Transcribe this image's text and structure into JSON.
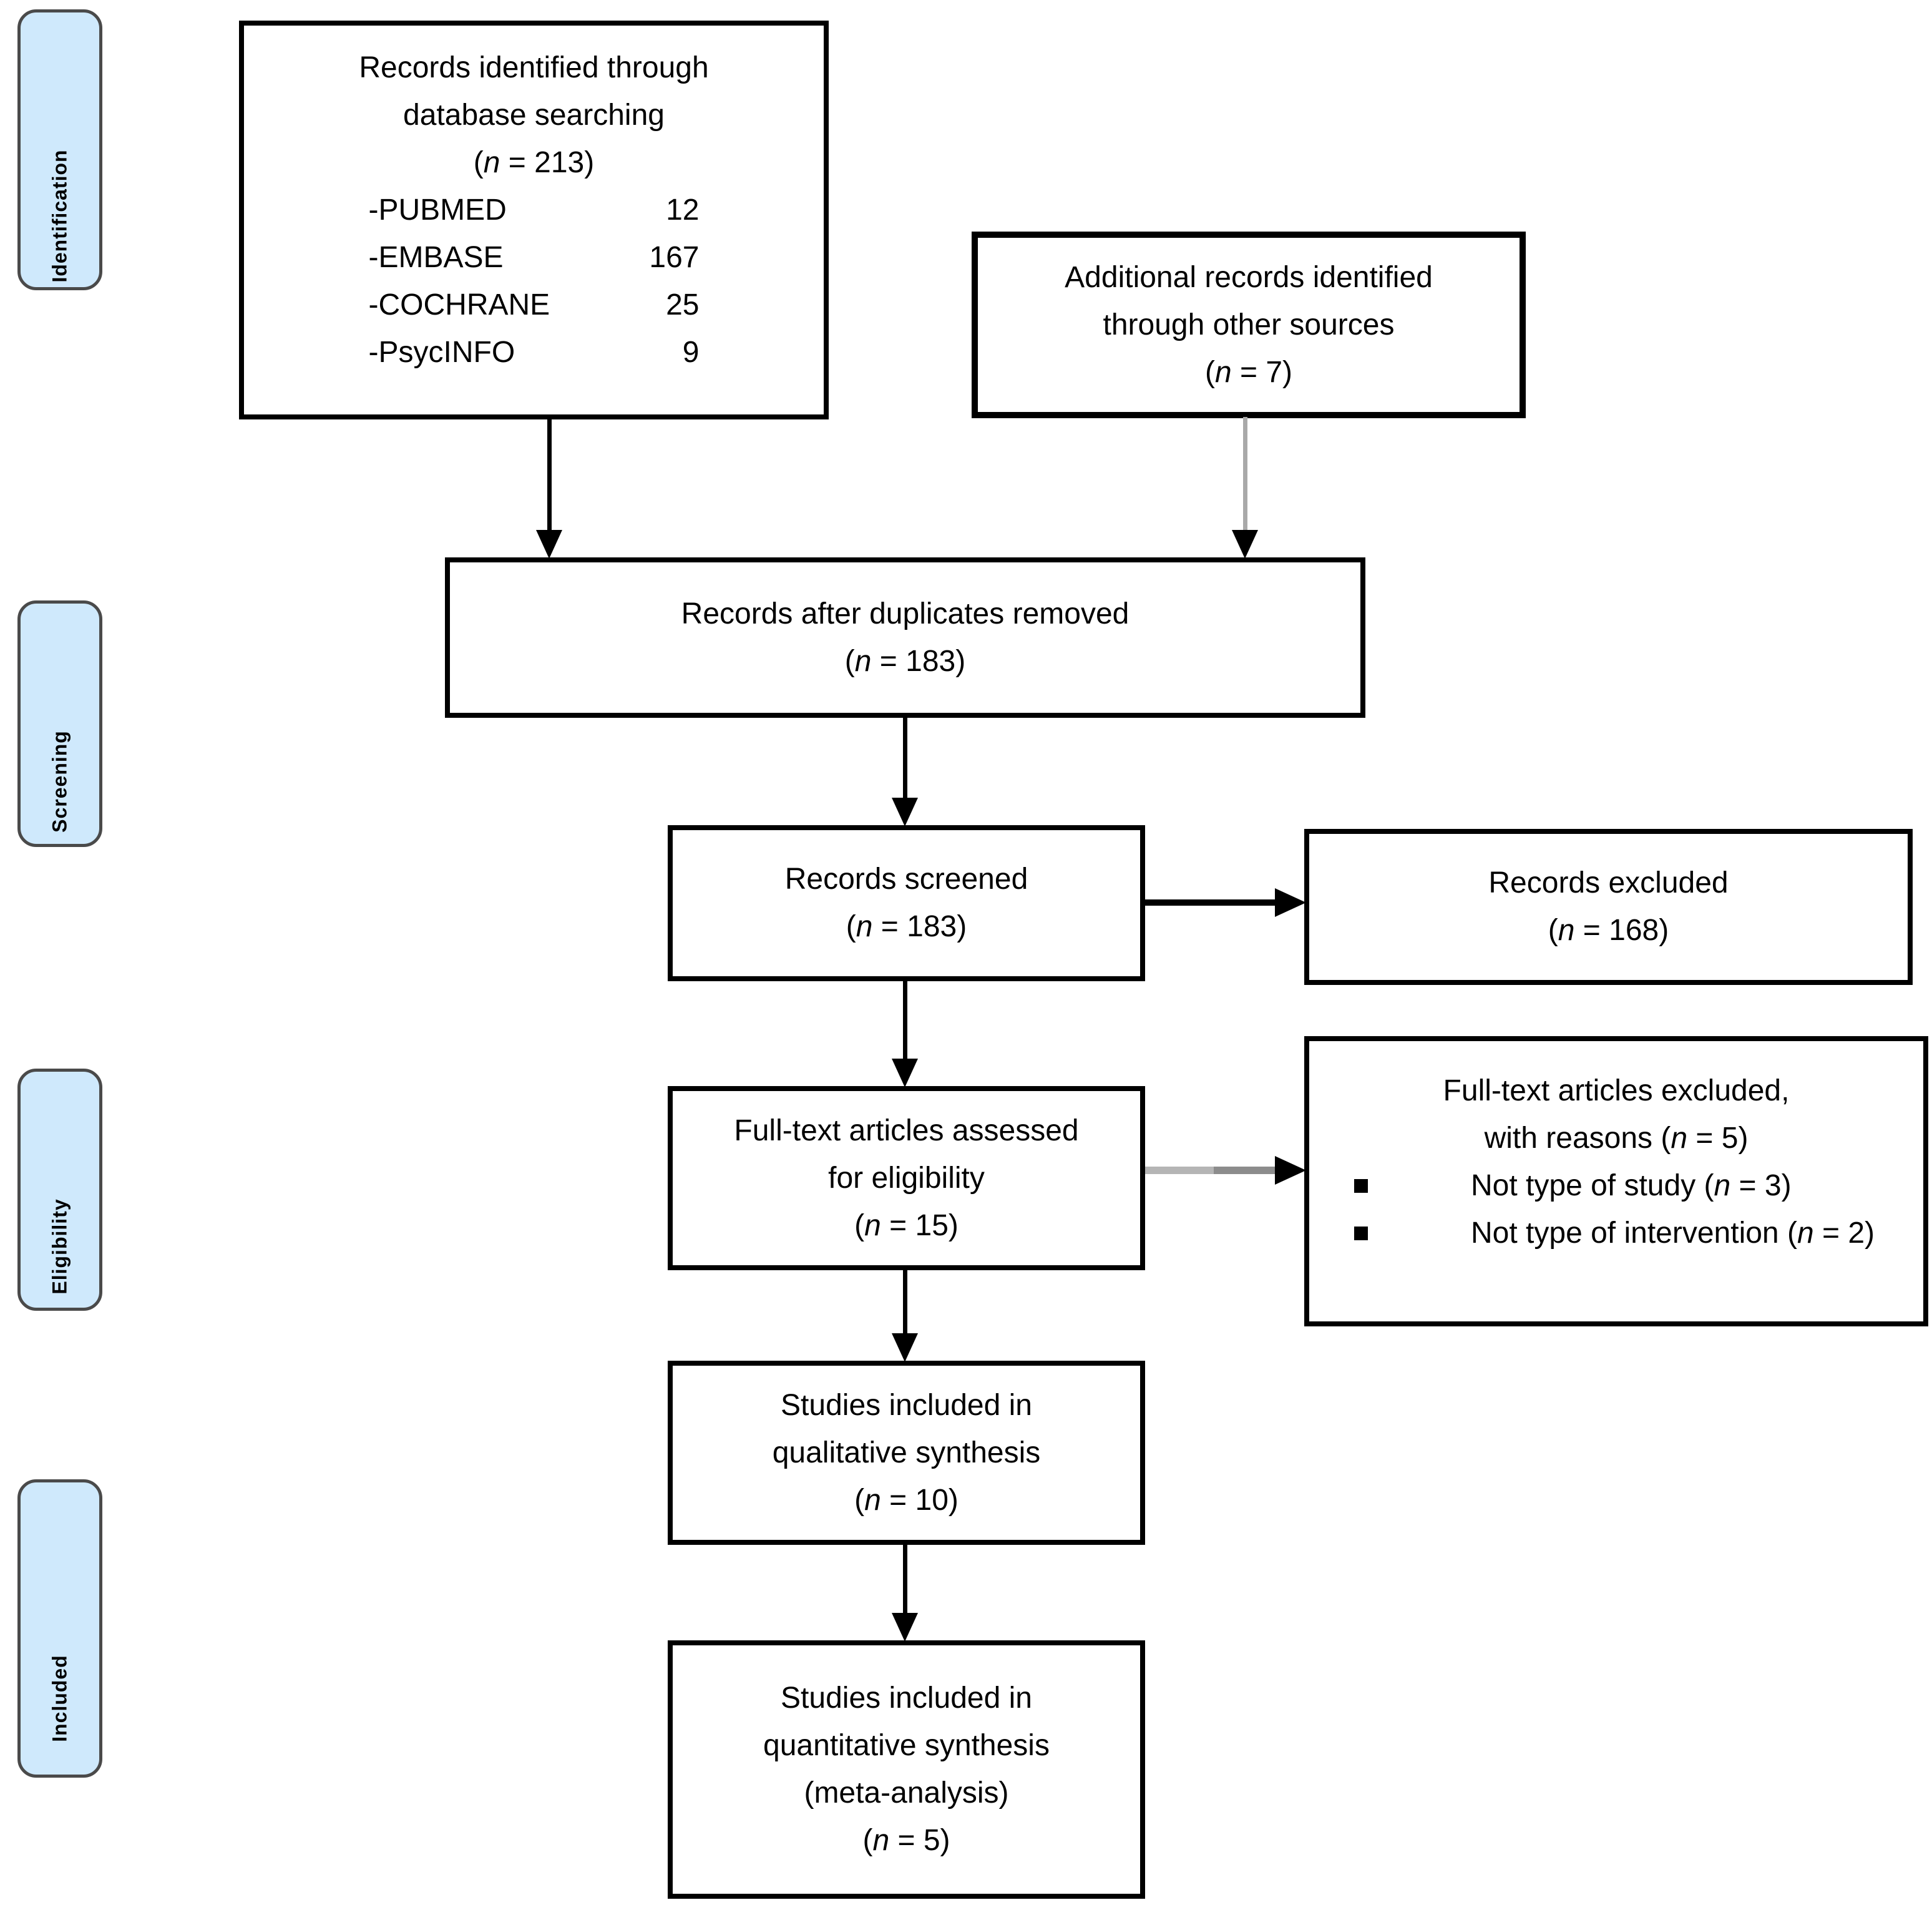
{
  "colors": {
    "stage_fill": "#cfe9fc",
    "stage_border": "#4a4a4a",
    "box_border": "#000000",
    "arrow_black": "#000000",
    "arrow_gray": "#a9a9a9",
    "text": "#000000"
  },
  "sidebar": {
    "stages": [
      {
        "label": "Identification"
      },
      {
        "label": "Screening"
      },
      {
        "label": "Eligibility"
      },
      {
        "label": "Included"
      }
    ]
  },
  "boxes": {
    "identified": {
      "line1": "Records identified through",
      "line2": "database searching",
      "n": {
        "open": "(",
        "var": "n",
        "rest": " = 213)"
      },
      "sources": [
        {
          "label": "-PUBMED",
          "value": "12"
        },
        {
          "label": "-EMBASE",
          "value": "167"
        },
        {
          "label": "-COCHRANE",
          "value": "25"
        },
        {
          "label": "-PsycINFO",
          "value": "9"
        }
      ]
    },
    "additional": {
      "line1": "Additional records identified",
      "line2": "through other sources",
      "n": {
        "open": "(",
        "var": "n",
        "rest": " = 7)"
      }
    },
    "duplicates_removed": {
      "line1": "Records after duplicates removed",
      "n": {
        "open": "(",
        "var": "n",
        "rest": " = 183)"
      }
    },
    "screened": {
      "line1": "Records screened",
      "n": {
        "open": "(",
        "var": "n",
        "rest": " = 183)"
      }
    },
    "records_excluded": {
      "line1": "Records excluded",
      "n": {
        "open": "(",
        "var": "n",
        "rest": " = 168)"
      }
    },
    "fulltext_assessed": {
      "line1": "Full-text articles assessed",
      "line2": "for eligibility",
      "n": {
        "open": "(",
        "var": "n",
        "rest": " = 15)"
      }
    },
    "fulltext_excluded": {
      "line1": "Full-text articles excluded,",
      "line2_text": "with reasons ",
      "line2_n": {
        "open": "(",
        "var": "n",
        "rest": " = 5)"
      },
      "reasons": [
        {
          "text": "Not type of study ",
          "n": {
            "open": "(",
            "var": "n",
            "rest": " = 3)"
          }
        },
        {
          "text": "Not type of intervention ",
          "n": {
            "open": "(",
            "var": "n",
            "rest": " = 2)"
          }
        }
      ]
    },
    "qualitative": {
      "line1": "Studies included in",
      "line2": "qualitative synthesis",
      "n": {
        "open": "(",
        "var": "n",
        "rest": " = 10)"
      }
    },
    "quantitative": {
      "line1": "Studies included in",
      "line2": "quantitative synthesis",
      "line3": "(meta-analysis)",
      "n": {
        "open": "(",
        "var": "n",
        "rest": " = 5)"
      }
    }
  }
}
